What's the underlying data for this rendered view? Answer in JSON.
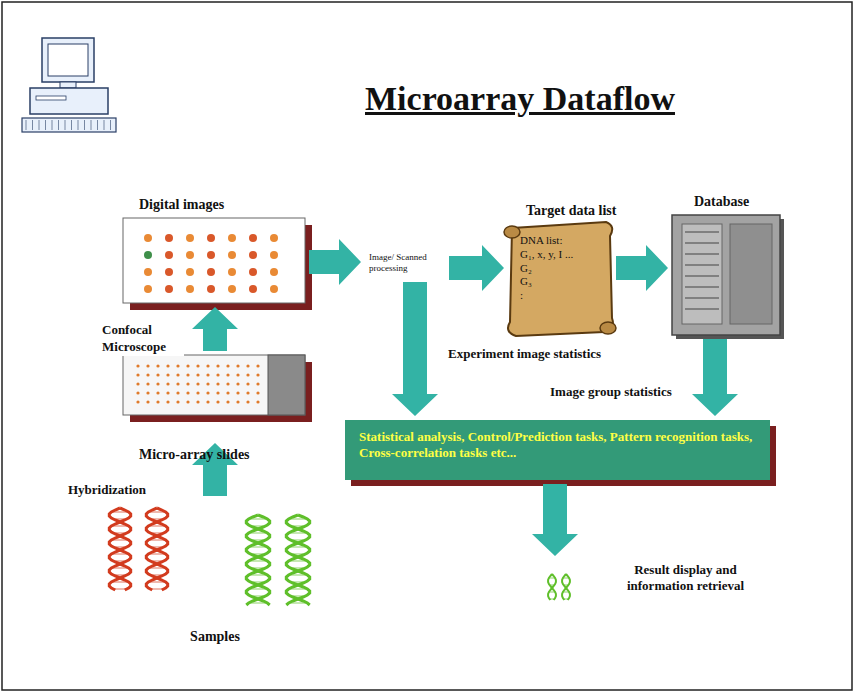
{
  "diagram": {
    "title": "Microarray Dataflow",
    "nodes": [
      {
        "text": [
          "Digital images"
        ]
      },
      {
        "text": [
          "Image/ Scanned processing"
        ]
      },
      {
        "text": [
          "Target data list",
          "DNA list:",
          "G₁, x, y, I ...",
          "G₂",
          "G₃",
          ":"
        ]
      },
      {
        "text": [
          "Database"
        ]
      },
      {
        "text": [
          "Micro-array slides"
        ]
      },
      {
        "text": [
          "Samples"
        ]
      },
      {
        "text": [
          "Statistical analysis, Control/Prediction tasks, Pattern recognition tasks, Cross-correlation tasks etc..."
        ]
      },
      {
        "text": [
          "Result display and information retrieval"
        ]
      }
    ],
    "edges": [
      {
        "from": 4,
        "to": 0,
        "label": "Confocal Microscope",
        "arrow": "to"
      },
      {
        "from": 5,
        "to": 4,
        "arrow": "to"
      },
      {
        "from": 0,
        "to": 1,
        "arrow": "to"
      },
      {
        "from": 1,
        "to": 2,
        "arrow": "to"
      },
      {
        "from": 2,
        "to": 3,
        "arrow": "to"
      },
      {
        "from": 1,
        "to": 6,
        "label": "Experiment image statistics",
        "arrow": "to"
      },
      {
        "from": 3,
        "to": 6,
        "label": "Image group statistics",
        "arrow": "to"
      },
      {
        "from": 6,
        "to": 7,
        "arrow": "to"
      }
    ],
    "labels": [
      "Hybridization"
    ]
  }
}
